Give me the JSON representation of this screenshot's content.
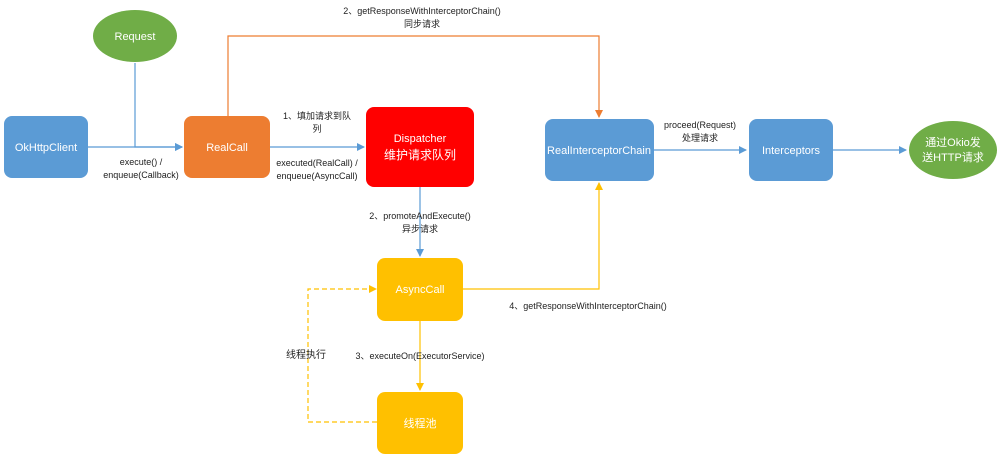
{
  "nodes": {
    "request": {
      "label": "Request",
      "color": "#70ad47"
    },
    "okhttpclient": {
      "label": "OkHttpClient",
      "color": "#5b9bd5"
    },
    "realcall": {
      "label": "RealCall",
      "color": "#ed7d31"
    },
    "dispatcher": {
      "label_line1": "Dispatcher",
      "label_line2": "维护请求队列",
      "color": "#ff0000"
    },
    "realinterceptorchain": {
      "label": "RealInterceptorChain",
      "color": "#5b9bd5"
    },
    "interceptors": {
      "label": "Interceptors",
      "color": "#5b9bd5"
    },
    "okio": {
      "label_line1": "通过Okio发",
      "label_line2": "送HTTP请求",
      "color": "#70ad47"
    },
    "asynccall": {
      "label": "AsyncCall",
      "color": "#ffc000"
    },
    "threadpool": {
      "label": "线程池",
      "color": "#ffc000"
    }
  },
  "edges": {
    "execute_enqueue": {
      "line1": "execute() /",
      "line2": "enqueue(Callback)"
    },
    "step1": {
      "line1": "1、填加请求到队",
      "line2": "列"
    },
    "executed": {
      "line1": "executed(RealCall) /",
      "line2": "enqueue(AsyncCall)"
    },
    "step2_sync": {
      "line1": "2、getResponseWithInterceptorChain()",
      "line2": "同步请求"
    },
    "proceed": {
      "line1": "proceed(Request)",
      "line2": "处理请求"
    },
    "step2_async": {
      "line1": "2、promoteAndExecute()",
      "line2": "异步请求"
    },
    "step4": {
      "line1": "4、getResponseWithInterceptorChain()"
    },
    "step3": {
      "line1": "3、executeOn(ExecutorService)"
    },
    "thread_exec": {
      "line1": "线程执行"
    }
  },
  "colors": {
    "arrow_blue": "#5b9bd5",
    "arrow_orange": "#ed7d31",
    "arrow_yellow": "#ffc000"
  }
}
